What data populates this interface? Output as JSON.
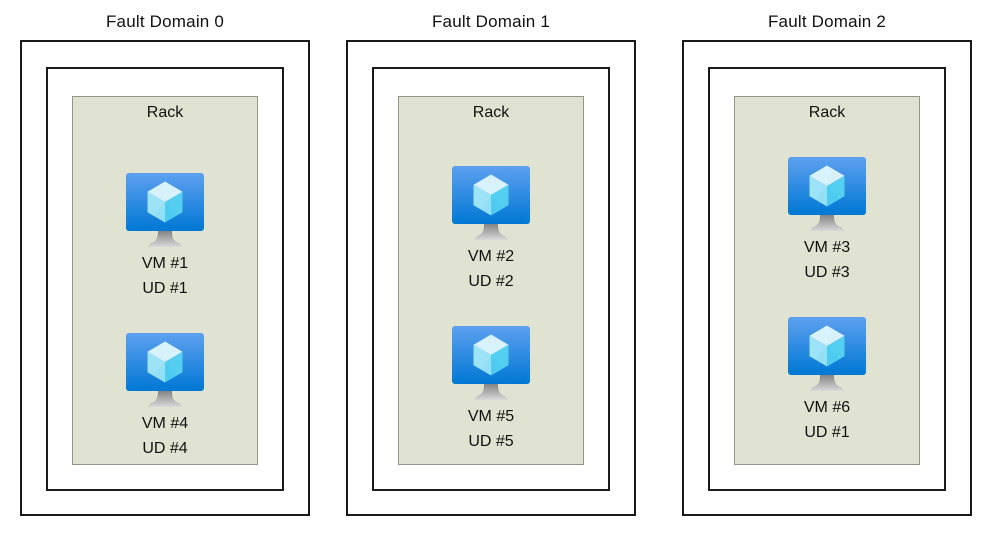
{
  "diagram_type": "azure-availability-set-fault-domains",
  "fault_domains": [
    {
      "title": "Fault Domain 0",
      "rack_label": "Rack",
      "vms": [
        {
          "vm": "VM #1",
          "ud": "UD #1"
        },
        {
          "vm": "VM #4",
          "ud": "UD #4"
        }
      ]
    },
    {
      "title": "Fault Domain 1",
      "rack_label": "Rack",
      "vms": [
        {
          "vm": "VM #2",
          "ud": "UD #2"
        },
        {
          "vm": "VM #5",
          "ud": "UD #5"
        }
      ]
    },
    {
      "title": "Fault Domain 2",
      "rack_label": "Rack",
      "vms": [
        {
          "vm": "VM #3",
          "ud": "UD #3"
        },
        {
          "vm": "VM #6",
          "ud": "UD #1"
        }
      ]
    }
  ],
  "icons": {
    "vm": "azure-virtual-machine-icon (blue monitor with cyan cube and gray stand)"
  },
  "colors": {
    "background": "#ffffff",
    "box_border": "#1a1a1a",
    "rack_fill": "#e0e3d1",
    "rack_border": "#939789",
    "monitor_gradient_top": "#5ea0ef",
    "monitor_gradient_bottom": "#0078d4",
    "cube_top_face": "#d8f2fc",
    "cube_left_face": "#9de3f7",
    "cube_right_face": "#55cff1",
    "stand_gradient_top": "#848484",
    "stand_gradient_bottom": "#d8d8d8",
    "text": "#111111"
  }
}
